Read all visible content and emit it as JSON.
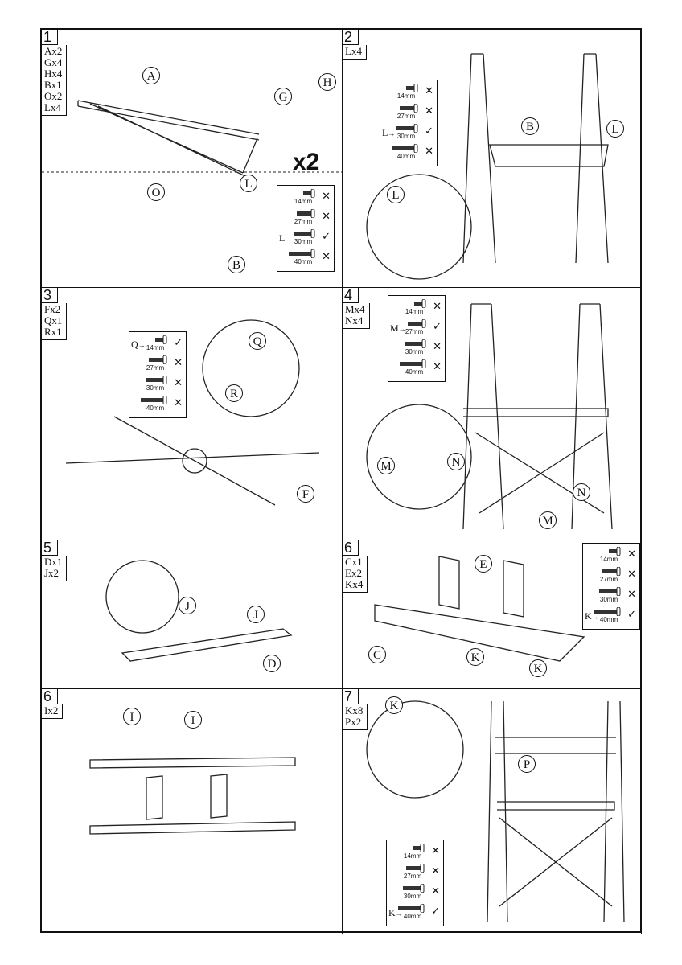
{
  "legend_sizes": [
    "14mm",
    "27mm",
    "30mm",
    "40mm"
  ],
  "check_mark": "✓",
  "cross_mark": "✕",
  "steps": [
    {
      "num": "1",
      "parts": [
        "Ax2",
        "Gx4",
        "Hx4",
        "Bx1",
        "Ox2",
        "Lx4"
      ],
      "callouts": [
        "A",
        "H",
        "G",
        "O",
        "L",
        "B"
      ],
      "multiplier": "x2",
      "legend": {
        "letter": "L",
        "selected": 2
      }
    },
    {
      "num": "2",
      "parts": [
        "Lx4"
      ],
      "callouts": [
        "B",
        "L",
        "L"
      ],
      "legend": {
        "letter": "L",
        "selected": 2
      }
    },
    {
      "num": "3",
      "parts": [
        "Fx2",
        "Qx1",
        "Rx1"
      ],
      "callouts": [
        "Q",
        "R",
        "F"
      ],
      "legend": {
        "letter": "Q",
        "selected": 0
      }
    },
    {
      "num": "4",
      "parts": [
        "Mx4",
        "Nx4"
      ],
      "callouts": [
        "M",
        "N",
        "N",
        "M"
      ],
      "legend": {
        "letter": "M",
        "selected": 1
      }
    },
    {
      "num": "5",
      "parts": [
        "Dx1",
        "Jx2"
      ],
      "callouts": [
        "J",
        "J",
        "D"
      ]
    },
    {
      "num": "6",
      "parts": [
        "Cx1",
        "Ex2",
        "Kx4"
      ],
      "callouts": [
        "E",
        "C",
        "K",
        "K"
      ],
      "legend": {
        "letter": "K",
        "selected": 3
      }
    },
    {
      "num": "6",
      "parts": [
        "Ix2"
      ],
      "callouts": [
        "I",
        "I"
      ]
    },
    {
      "num": "7",
      "parts": [
        "Kx8",
        "Px2"
      ],
      "callouts": [
        "K",
        "P"
      ],
      "legend": {
        "letter": "K",
        "selected": 3
      }
    }
  ]
}
